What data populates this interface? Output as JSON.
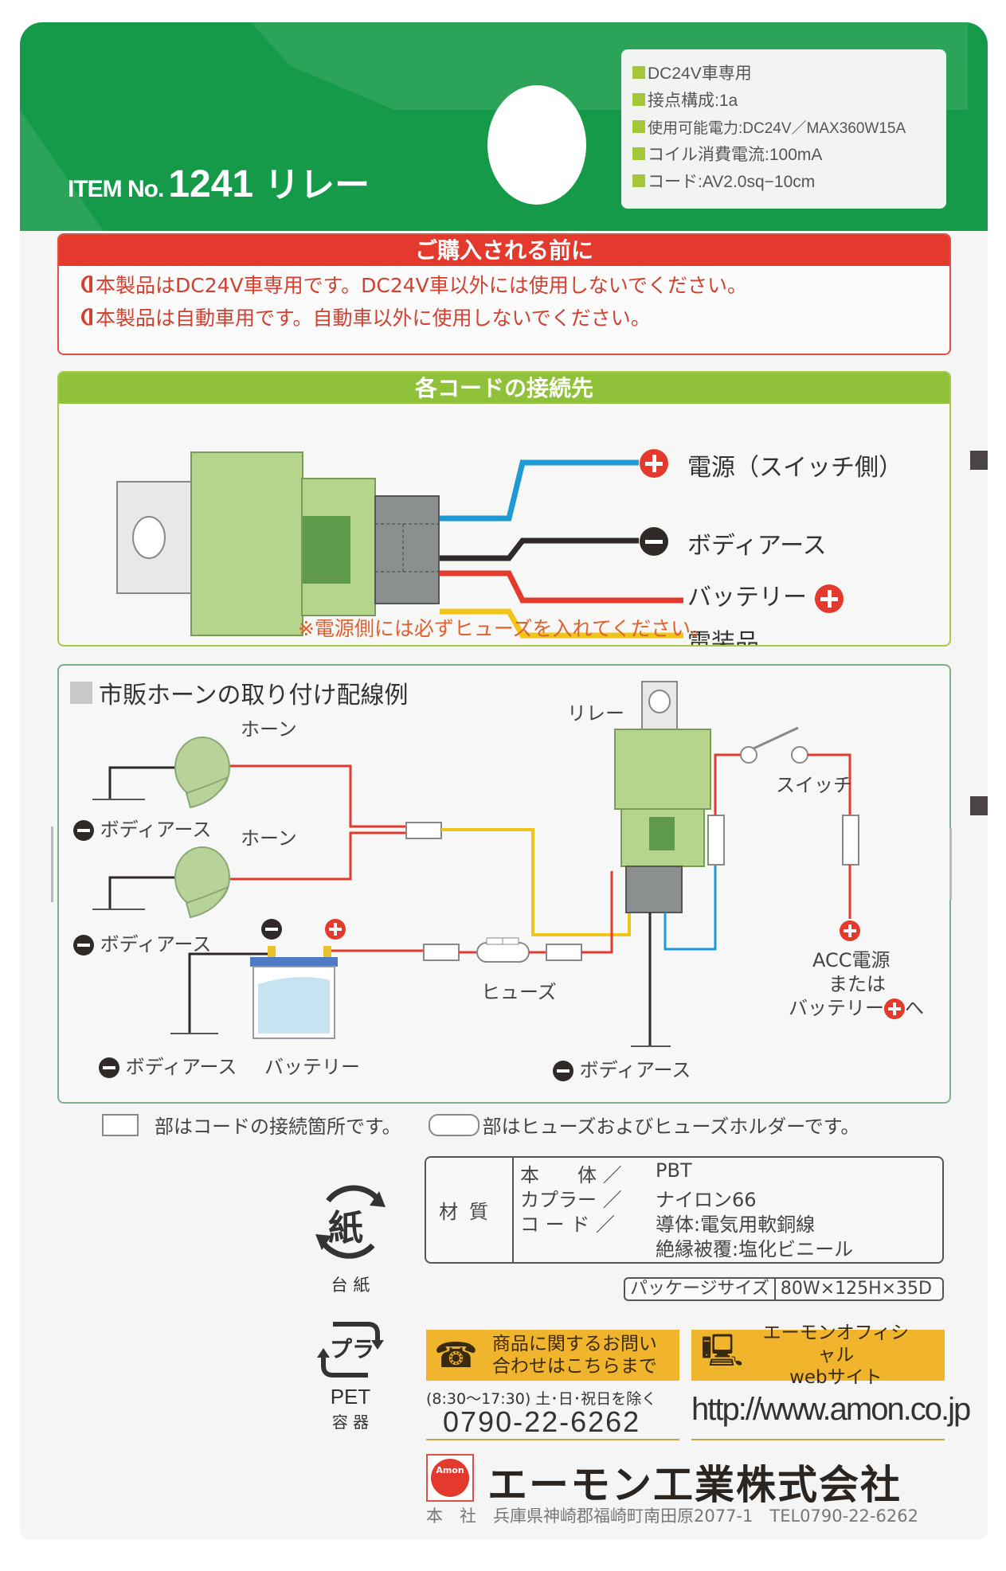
{
  "header": {
    "item_prefix": "ITEM No.",
    "item_number": "1241",
    "item_name": "リレー",
    "specs": [
      "DC24V車専用",
      "接点構成:1a",
      "使用可能電力:DC24V／MAX360W15A",
      "コイル消費電流:100mA",
      "コード:AV2.0sq−10cm"
    ]
  },
  "warning": {
    "title": "ご購入される前に",
    "lines": [
      "本製品はDC24V車専用です。DC24V車以外には使用しないでください。",
      "本製品は自動車用です。自動車以外に使用しないでください。"
    ]
  },
  "code_connections": {
    "title": "各コードの接続先",
    "wires": [
      {
        "color": "#1e9ad6",
        "label": "電源（スイッチ側）",
        "polarity": "plus",
        "side": "before"
      },
      {
        "color": "#2f2a28",
        "label": "ボディアース",
        "polarity": "minus",
        "side": "before"
      },
      {
        "color": "#e4392d",
        "label": "バッテリー",
        "polarity": "plus",
        "side": "after"
      },
      {
        "color": "#f0c419",
        "label": "電装品",
        "polarity": "",
        "side": ""
      }
    ],
    "note": "※電源側には必ずヒューズを入れてください。"
  },
  "horn_wiring": {
    "title": "市販ホーン の取り付け配線例",
    "title_text": "市販ホーンの取り付け配線例",
    "labels": {
      "horn1": "ホーン",
      "horn2": "ホーン",
      "ground1": "ボディアース",
      "ground2": "ボディアース",
      "ground3": "ボディアース",
      "ground4": "ボディアース",
      "battery": "バッテリー",
      "fuse": "ヒューズ",
      "relay": "リレー",
      "switch": "スイッチ",
      "acc_line1": "ACC電源",
      "acc_line2": "または",
      "acc_line3": "バッテリー",
      "acc_suffix": "へ"
    }
  },
  "legend": {
    "connection": "部はコードの接続箇所です。",
    "fuse": "部はヒューズおよびヒューズホルダーです。"
  },
  "materials": {
    "header": "材質",
    "rows": [
      {
        "k": "本　　体 ／",
        "v": "PBT"
      },
      {
        "k": "カプラー ／",
        "v": "ナイロン66"
      },
      {
        "k": "コ ー ド ／",
        "v": "導体:電気用軟銅線"
      },
      {
        "k": "",
        "v": "絶縁被覆:塩化ビニール"
      }
    ],
    "package_label": "パッケージサイズ",
    "package_value": "80W×125H×35D"
  },
  "recycle": {
    "paper_symbol": "紙",
    "paper_label": "台 紙",
    "plastic_symbol": "プラ",
    "plastic_type": "PET",
    "plastic_label": "容 器"
  },
  "contact": {
    "phone_banner_line1": "商品に関するお問い",
    "phone_banner_line2": "合わせはこちらまで",
    "hours": "(8:30〜17:30) 土･日･祝日を除く",
    "phone": "0790-22-6262",
    "web_banner_line1": "エーモンオフィシャル",
    "web_banner_line2": "webサイト",
    "url": "http://www.amon.co.jp"
  },
  "company": {
    "logo_text": "Amon",
    "name": "エーモン工業株式会社",
    "address": "本　社　兵庫県神崎郡福崎町南田原2077-1　TEL0790-22-6262"
  },
  "colors": {
    "header_green": "#149a48",
    "warning_red": "#e4392d",
    "code_green": "#8fc13a",
    "banner_yellow": "#f0b52c"
  }
}
